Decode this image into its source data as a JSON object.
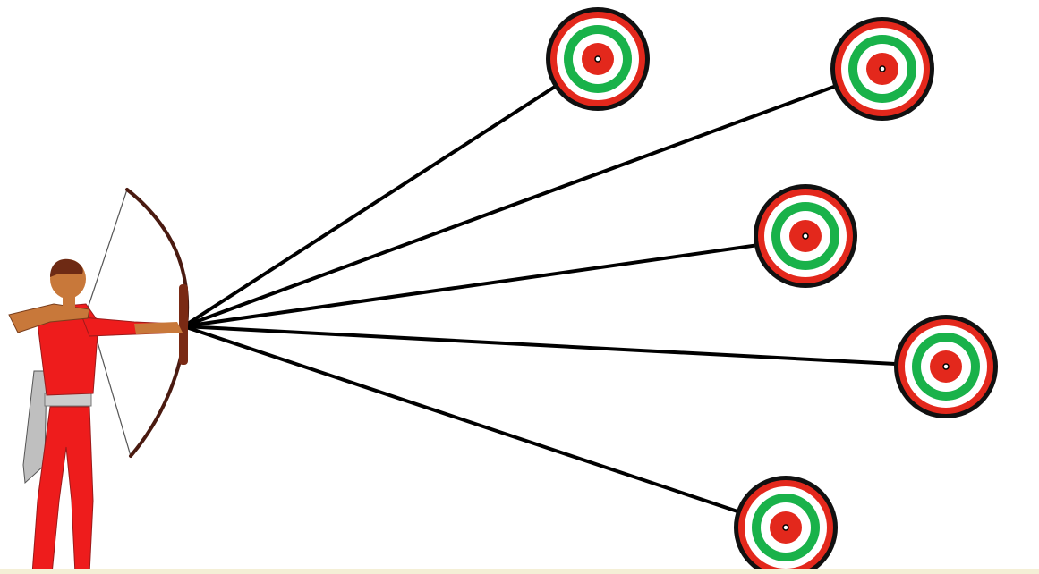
{
  "scene": {
    "subject": "archer",
    "colors": {
      "background": "#ffffff",
      "archer_body": "#ee1c1c",
      "archer_dark": "#9a1a1a",
      "skin": "#c8783a",
      "hair": "#6e2a14",
      "bow": "#4a1a10",
      "target_outer": "#111111",
      "target_red": "#e3281c",
      "target_white": "#ffffff",
      "target_green": "#19b24a",
      "arrow_line": "#000000",
      "bottom_strip": "#f4efd6"
    },
    "target_count": 5,
    "arrow_count": 5
  }
}
